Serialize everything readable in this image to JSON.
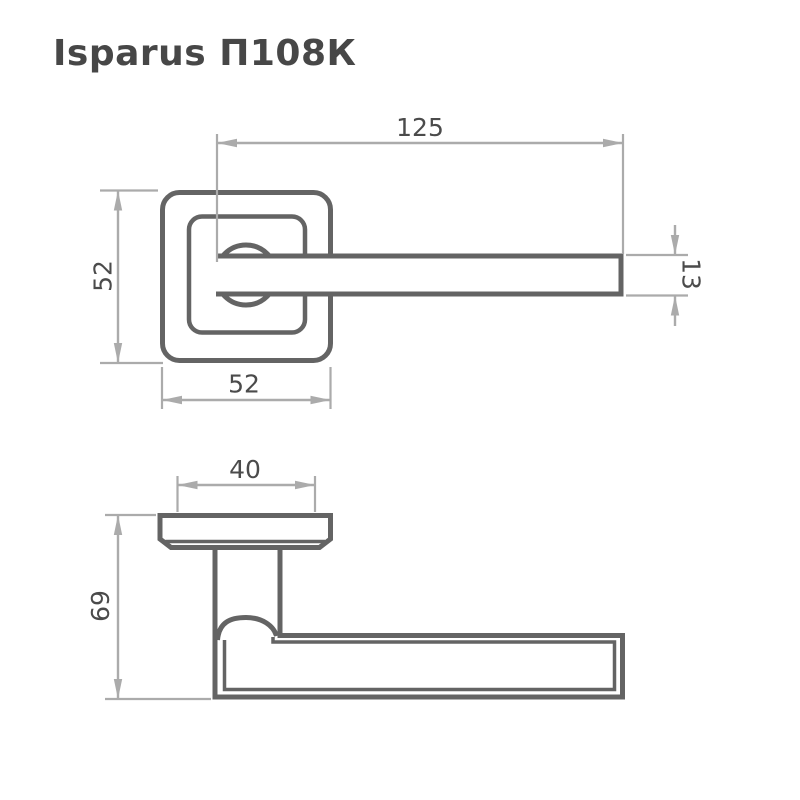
{
  "title": "Isparus П108К",
  "colors": {
    "background": "#ffffff",
    "object_lines": "#646464",
    "dimension_lines": "#ababab",
    "dimension_text": "#4b4b4b",
    "title_text": "#474747"
  },
  "views": {
    "front_view": {
      "name": "front-view-rosette-and-lever",
      "dimensions": {
        "lever_length": "125",
        "rosette_height": "52",
        "rosette_width": "52",
        "lever_thickness": "13"
      }
    },
    "side_view": {
      "name": "side-view-profile",
      "dimensions": {
        "rosette_face_width": "40",
        "overall_projection": "69"
      }
    }
  }
}
